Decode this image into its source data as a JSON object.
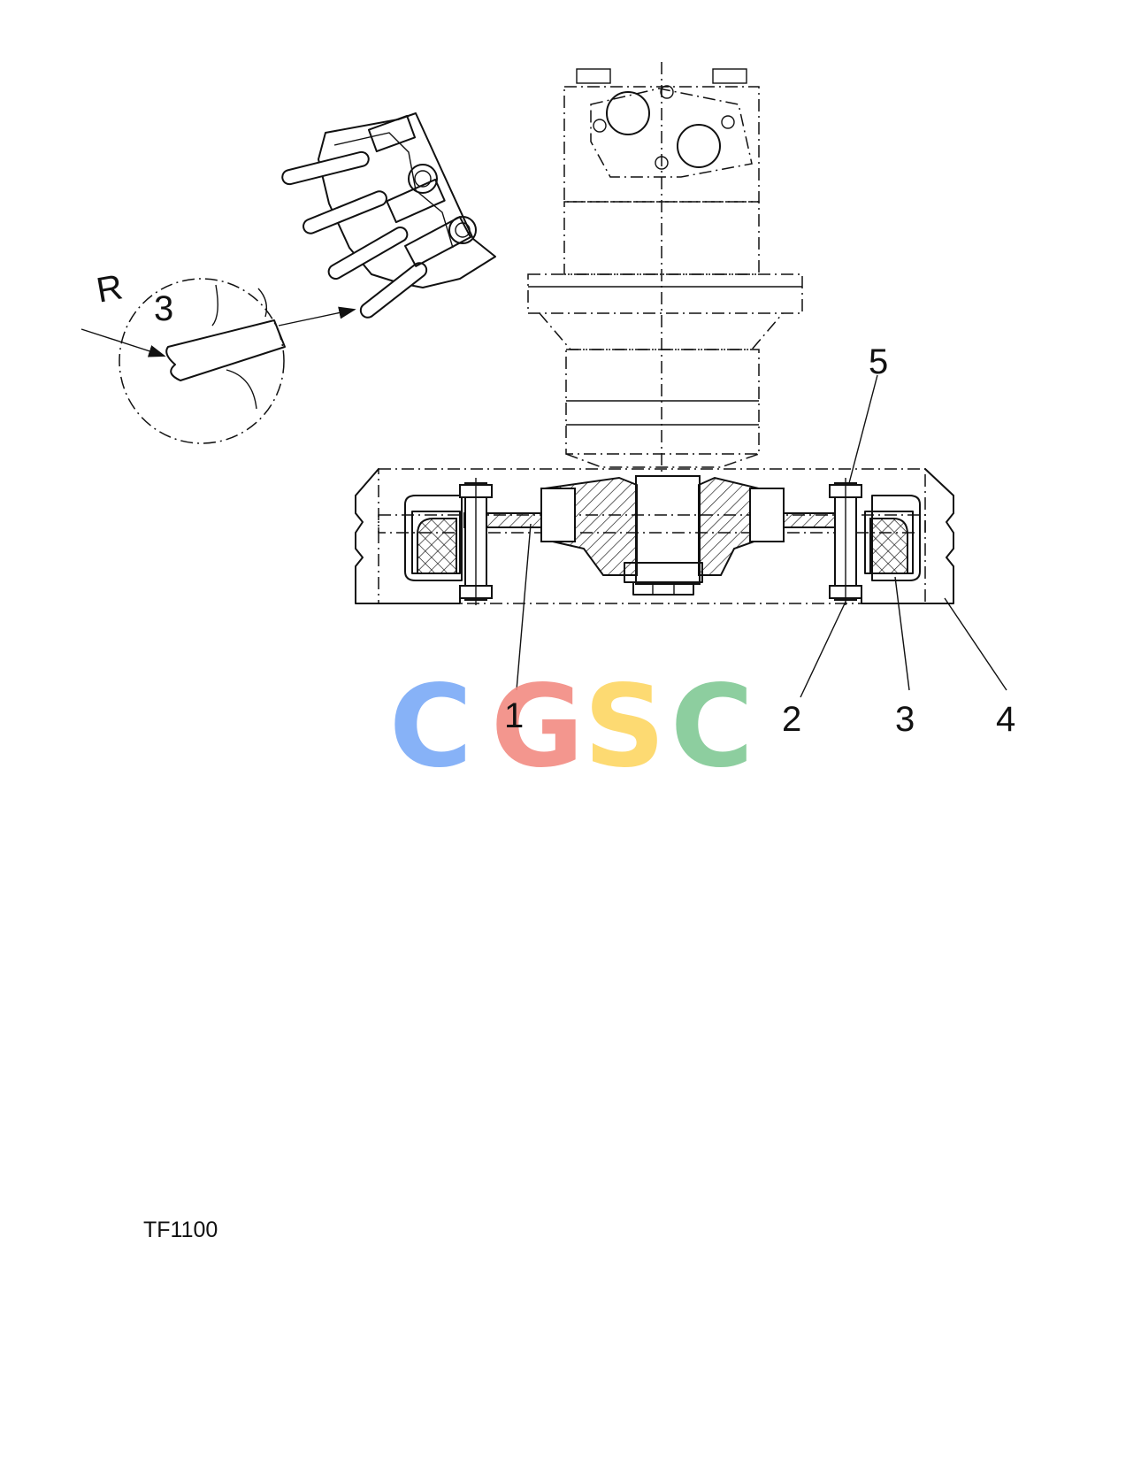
{
  "callouts": {
    "r": "R",
    "detail_3": "3",
    "c5": "5",
    "c1": "1",
    "c2": "2",
    "c3": "3",
    "c4": "4"
  },
  "figure_code": "TF1100",
  "watermark": {
    "letters": [
      "C",
      "G",
      "S",
      "C"
    ],
    "colors": [
      "#7baaf7",
      "#f28b82",
      "#fdd663",
      "#81c995"
    ]
  }
}
